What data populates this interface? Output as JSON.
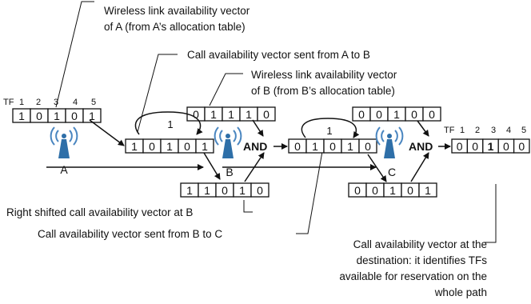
{
  "annotations": {
    "a_link_vector": [
      "Wireless link availability vector",
      "of A (from A’s allocation table)"
    ],
    "a_to_b_vector": [
      "Call availability vector sent from A to B"
    ],
    "b_link_vector": [
      "Wireless link availability vector",
      "of B (from B’s allocation table)"
    ],
    "right_shifted": [
      "Right shifted call availability vector at B"
    ],
    "b_to_c_vector": [
      "Call availability vector sent from  B to C"
    ],
    "destination": [
      "Call availability vector at the",
      "destination: it identifies TFs",
      "available for reservation on the",
      "whole path"
    ]
  },
  "tf_labels": {
    "a": [
      "TF",
      "1",
      "2",
      "3",
      "4",
      "5"
    ],
    "dest": [
      "TF",
      "1",
      "2",
      "3",
      "4",
      "5"
    ]
  },
  "nodes": [
    "A",
    "B",
    "C"
  ],
  "operator": "AND",
  "shift_amount": "1",
  "colors": {
    "antenna": "#2e6fa8",
    "wave": "#4a86c0"
  },
  "icons": {
    "node": "wireless-antenna-icon"
  },
  "vectors": {
    "a_link": [
      "1",
      "0",
      "1",
      "0",
      "1"
    ],
    "a_to_b": [
      "1",
      "0",
      "1",
      "0",
      "1"
    ],
    "b_link": [
      "0",
      "1",
      "1",
      "1",
      "0"
    ],
    "b_shifted": [
      "1",
      "1",
      "0",
      "1",
      "0"
    ],
    "b_to_c": [
      "0",
      "1",
      "0",
      "1",
      "0"
    ],
    "c_link": [
      "0",
      "0",
      "1",
      "0",
      "0"
    ],
    "c_shifted": [
      "0",
      "0",
      "1",
      "0",
      "1"
    ],
    "dest": [
      "0",
      "0",
      "1",
      "0",
      "0"
    ]
  }
}
